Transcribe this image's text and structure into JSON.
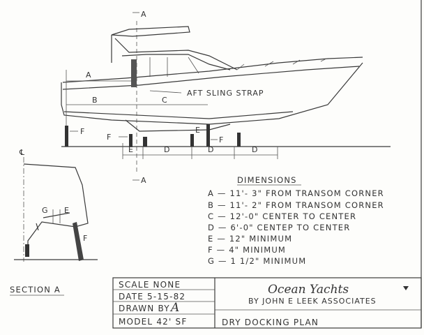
{
  "drawing": {
    "section_markers": [
      "A",
      "A"
    ],
    "centerline_label": "℄",
    "labels": {
      "a": "A",
      "b": "B",
      "c": "C",
      "sling": "AFT SLING STRAP",
      "f1": "F",
      "f2": "F",
      "f3": "F",
      "f4": "F",
      "e1": "E",
      "e2": "E",
      "e3": "E",
      "d1": "D",
      "d2": "D",
      "d3": "D",
      "g": "G"
    },
    "section_label": "SECTION A"
  },
  "dimensions": {
    "title": "DIMENSIONS",
    "items": [
      "A — 11'- 3\" FROM TRANSOM CORNER",
      "B — 11'- 2\" FROM TRANSOM CORNER",
      "C — 12'-0\" CENTER TO CENTER",
      "D — 6'-0\" CENTEP TO CENTER",
      "E — 12\" MINIMUM",
      "F — 4\" MINIMUM",
      "G — 1 1/2\" MINIMUM"
    ]
  },
  "title_block": {
    "scale": "SCALE NONE",
    "date": "DATE  5-15-82",
    "drawn_by": "DRAWN BY",
    "drawn_by_initial": "A",
    "model": "MODEL 42'  SF",
    "company": "Ocean Yachts",
    "company_sub": "BY JOHN E LEEK ASSOCIATES",
    "drawing_title": "DRY DOCKING PLAN"
  }
}
